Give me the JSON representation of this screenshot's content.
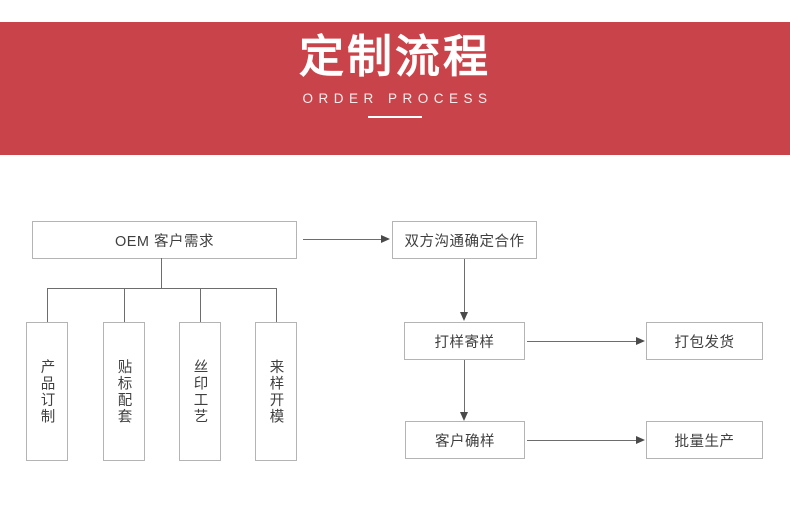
{
  "banner": {
    "title": "定制流程",
    "subtitle": "ORDER PROCESS",
    "bg_color": "#c9444a",
    "text_color": "#ffffff"
  },
  "flow": {
    "line_color": "#6d6d6d",
    "box_border_color": "#b4b4b4",
    "box_text_color": "#3f3f3f",
    "nodes": {
      "oem_requirement": "OEM 客户需求",
      "mutual_communication": "双方沟通确定合作",
      "sampling_shipping": "打样寄样",
      "packing_delivery": "打包发货",
      "customer_confirm": "客户确样",
      "mass_production": "批量生产"
    },
    "sub_nodes": [
      {
        "label": "产品订制"
      },
      {
        "label": "贴标配套"
      },
      {
        "label": "丝印工艺"
      },
      {
        "label": "来样开模"
      }
    ]
  }
}
